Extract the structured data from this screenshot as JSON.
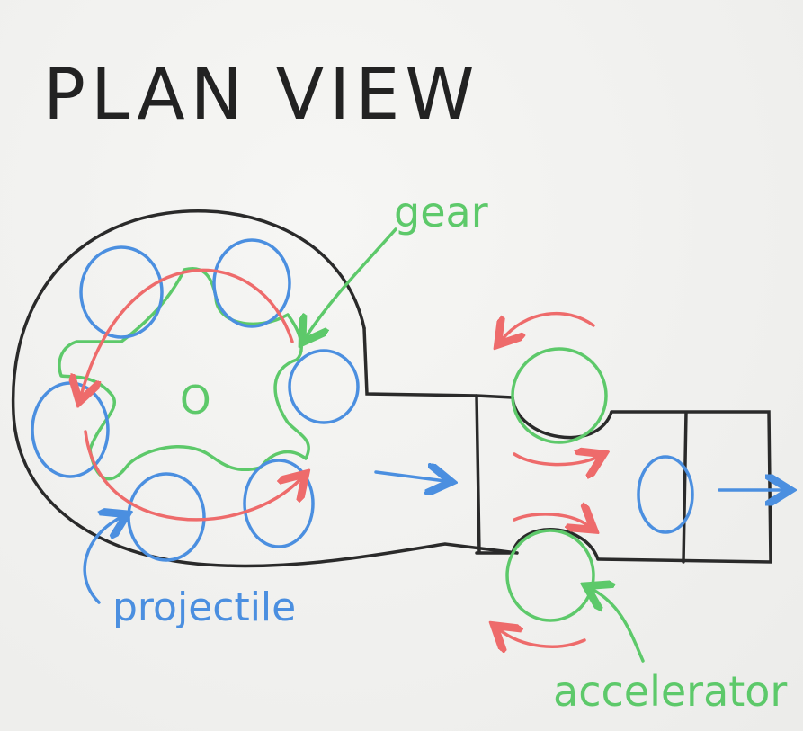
{
  "title": "PLAN VIEW",
  "labels": {
    "gear": "gear",
    "projectile": "projectile",
    "accelerator": "accelerator",
    "center": "O"
  },
  "colors": {
    "outline": "#2a2a2a",
    "gear_green": "#5dc96a",
    "projectile_blue": "#4b8fe0",
    "rotation_red": "#ee6b6b",
    "background": "#f0f0ee"
  }
}
